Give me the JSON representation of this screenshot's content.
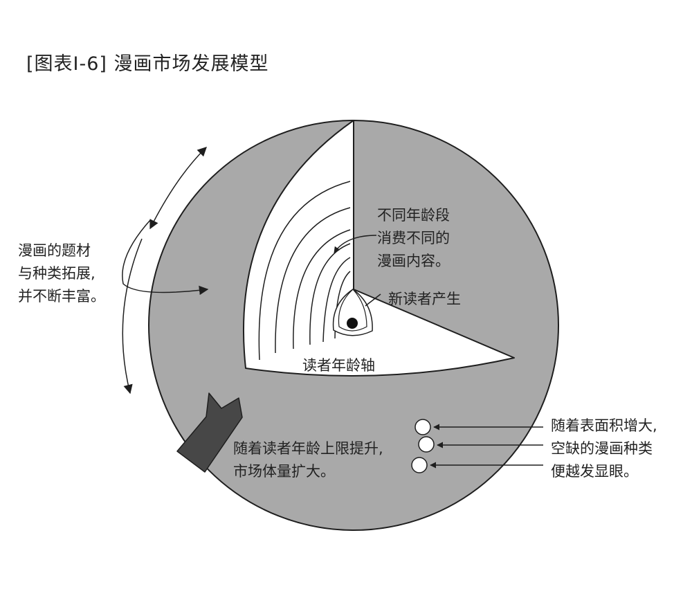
{
  "title": "[图表I-6] 漫画市场发展模型",
  "labels": {
    "left": [
      "漫画的题材",
      "与种类拓展,",
      "并不断丰富。"
    ],
    "inner": [
      "不同年龄段",
      "消费不同的",
      "漫画内容。"
    ],
    "new_readers": "新读者产生",
    "age_axis": "读者年龄轴",
    "bottom": [
      "随着读者年龄上限提升,",
      "市场体量扩大。"
    ],
    "right": [
      "随着表面积增大,",
      "空缺的漫画种类",
      "便越发显眼。"
    ]
  },
  "colors": {
    "sphere_fill": "#a9a9a9",
    "outline": "#1e1e1e",
    "arrow_fill": "#474747",
    "cutaway_fill": "#ffffff"
  }
}
